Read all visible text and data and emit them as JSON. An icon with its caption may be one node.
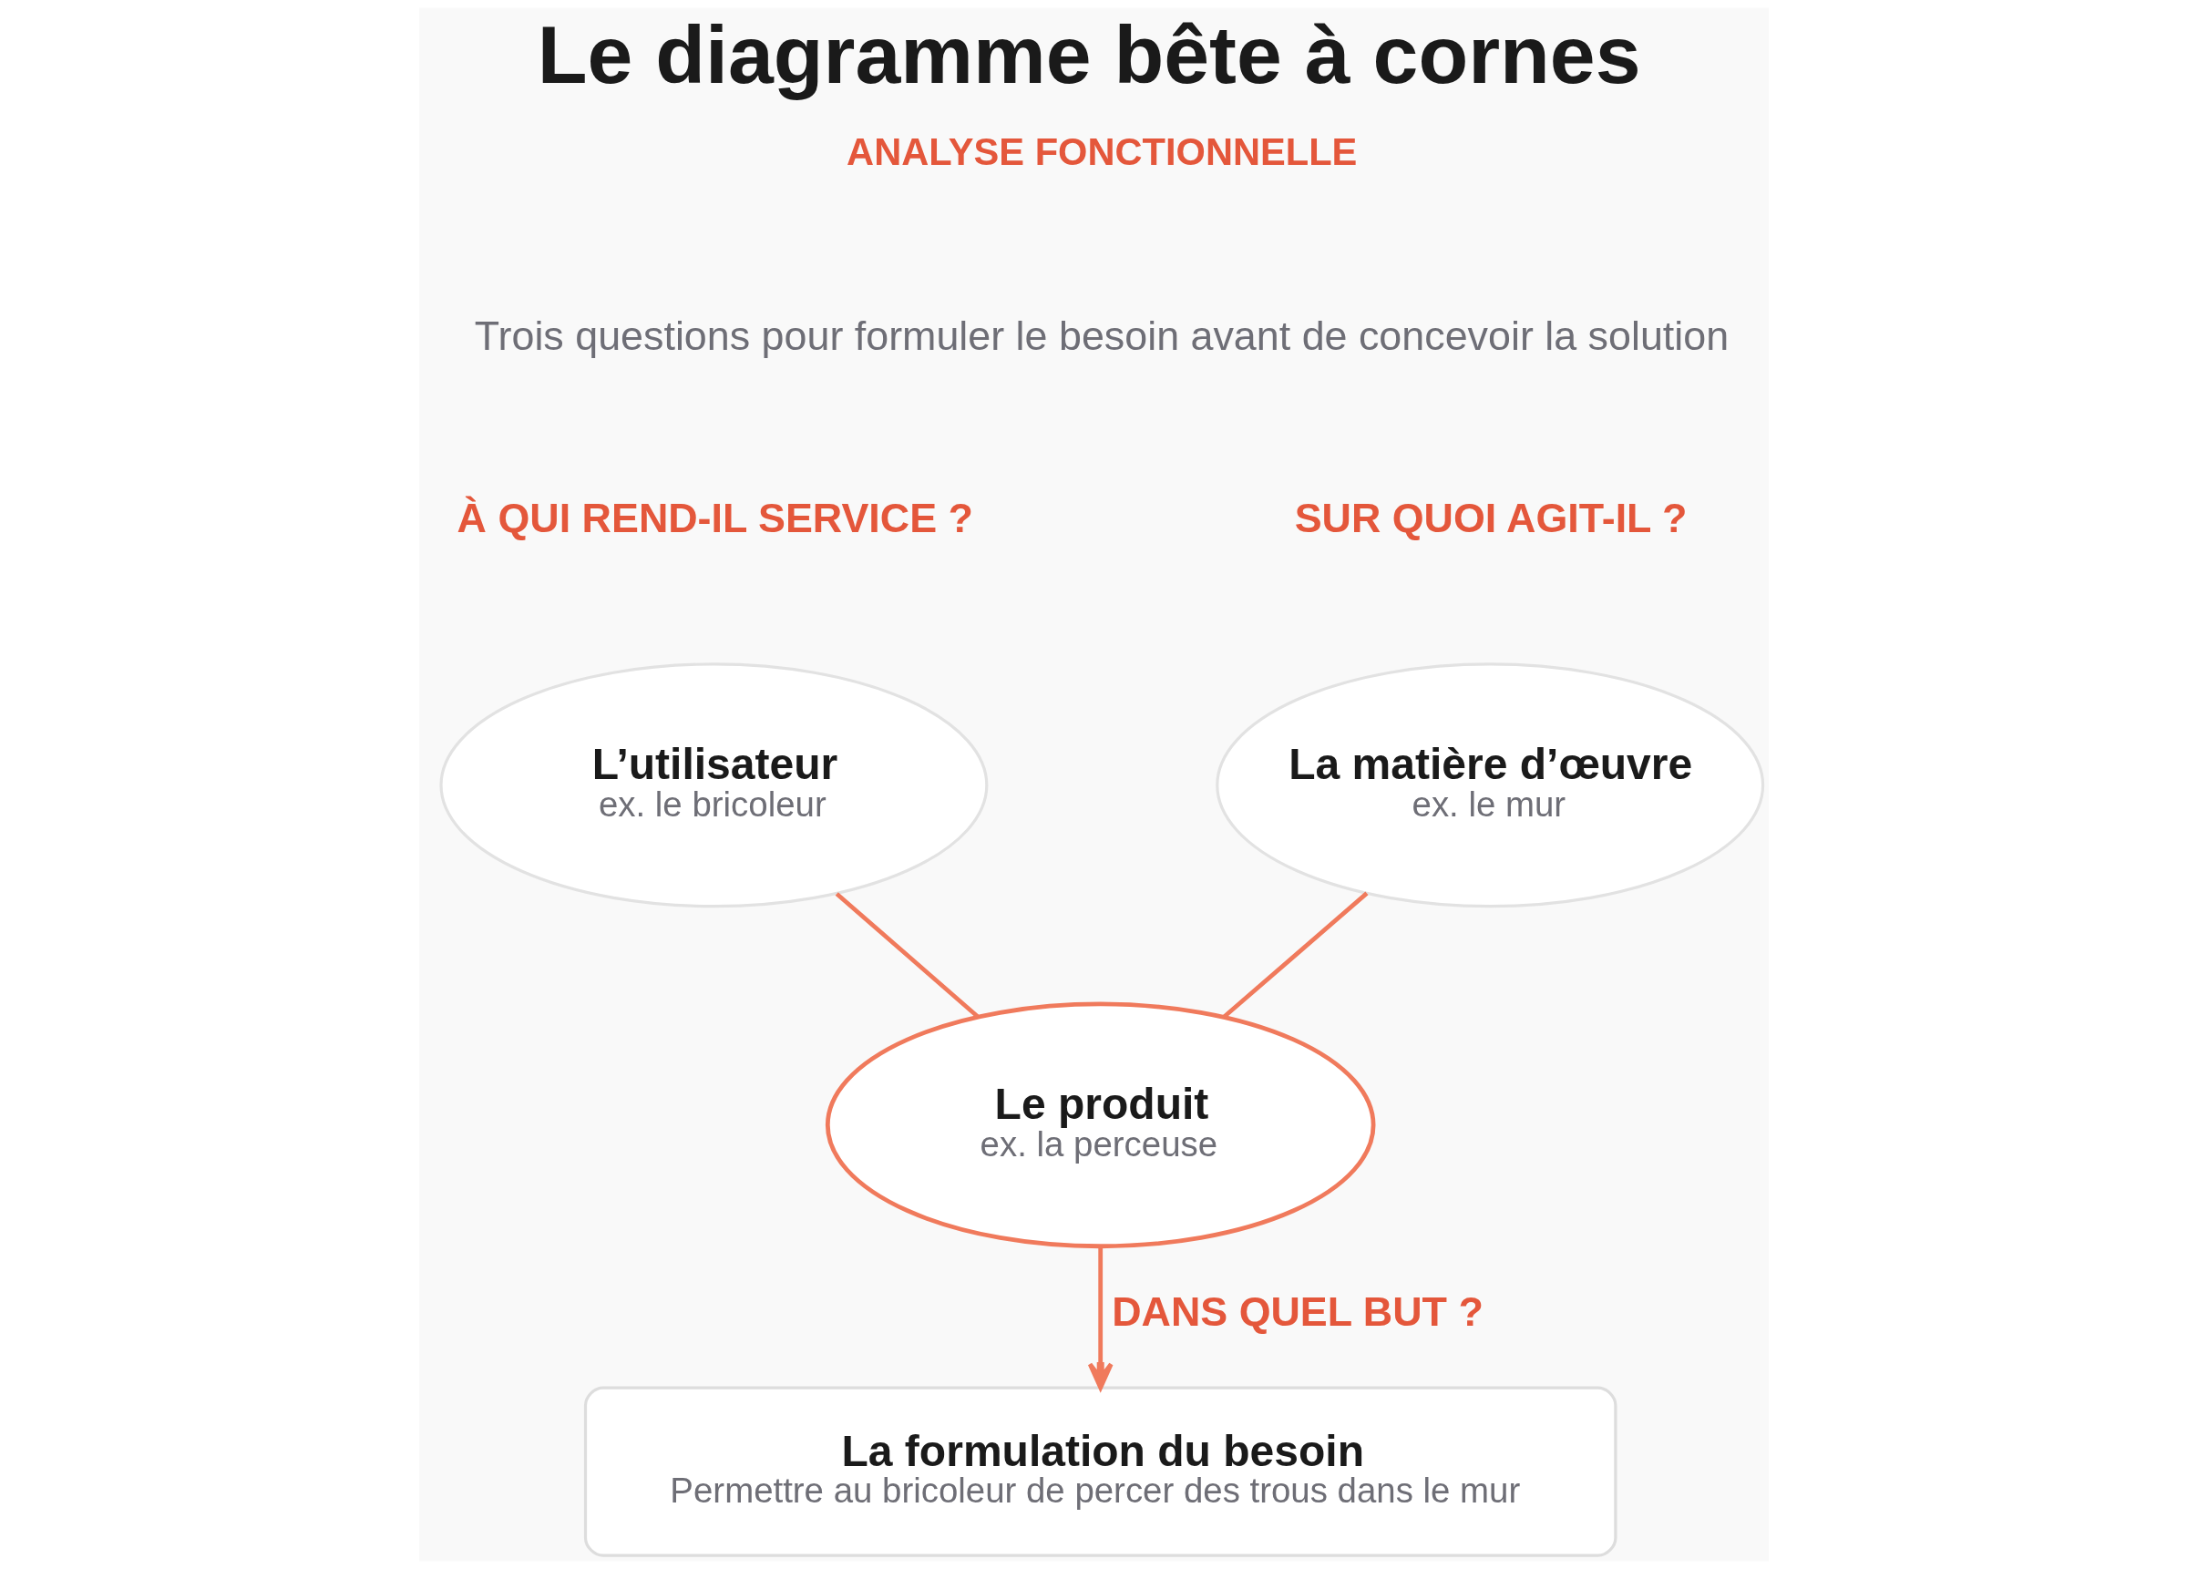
{
  "diagram": {
    "title": "Le diagramme bête à cornes",
    "nodes": [
      {
        "text": [
          "L’utilisateur",
          "ex. le bricoleur"
        ],
        "beside": [
          "À QUI REND-IL SERVICE ?"
        ]
      },
      {
        "text": [
          "La matière d’œuvre",
          "ex. le mur"
        ],
        "beside": [
          "SUR QUOI AGIT-IL ?"
        ]
      },
      {
        "text": [
          "Le produit",
          "ex. la perceuse"
        ]
      },
      {
        "text": [
          "La formulation du besoin",
          "Permettre au bricoleur de percer des trous dans le mur"
        ]
      }
    ],
    "edges": [
      {
        "from": 0,
        "to": 2,
        "arrow": "none"
      },
      {
        "from": 1,
        "to": 2,
        "arrow": "none"
      },
      {
        "from": 2,
        "to": 3,
        "arrow": "to",
        "label": "DANS QUEL BUT ?"
      }
    ],
    "labels": [
      "ANALYSE FONCTIONNELLE",
      "Trois questions pour formuler le besoin avant de concevoir la solution"
    ]
  }
}
